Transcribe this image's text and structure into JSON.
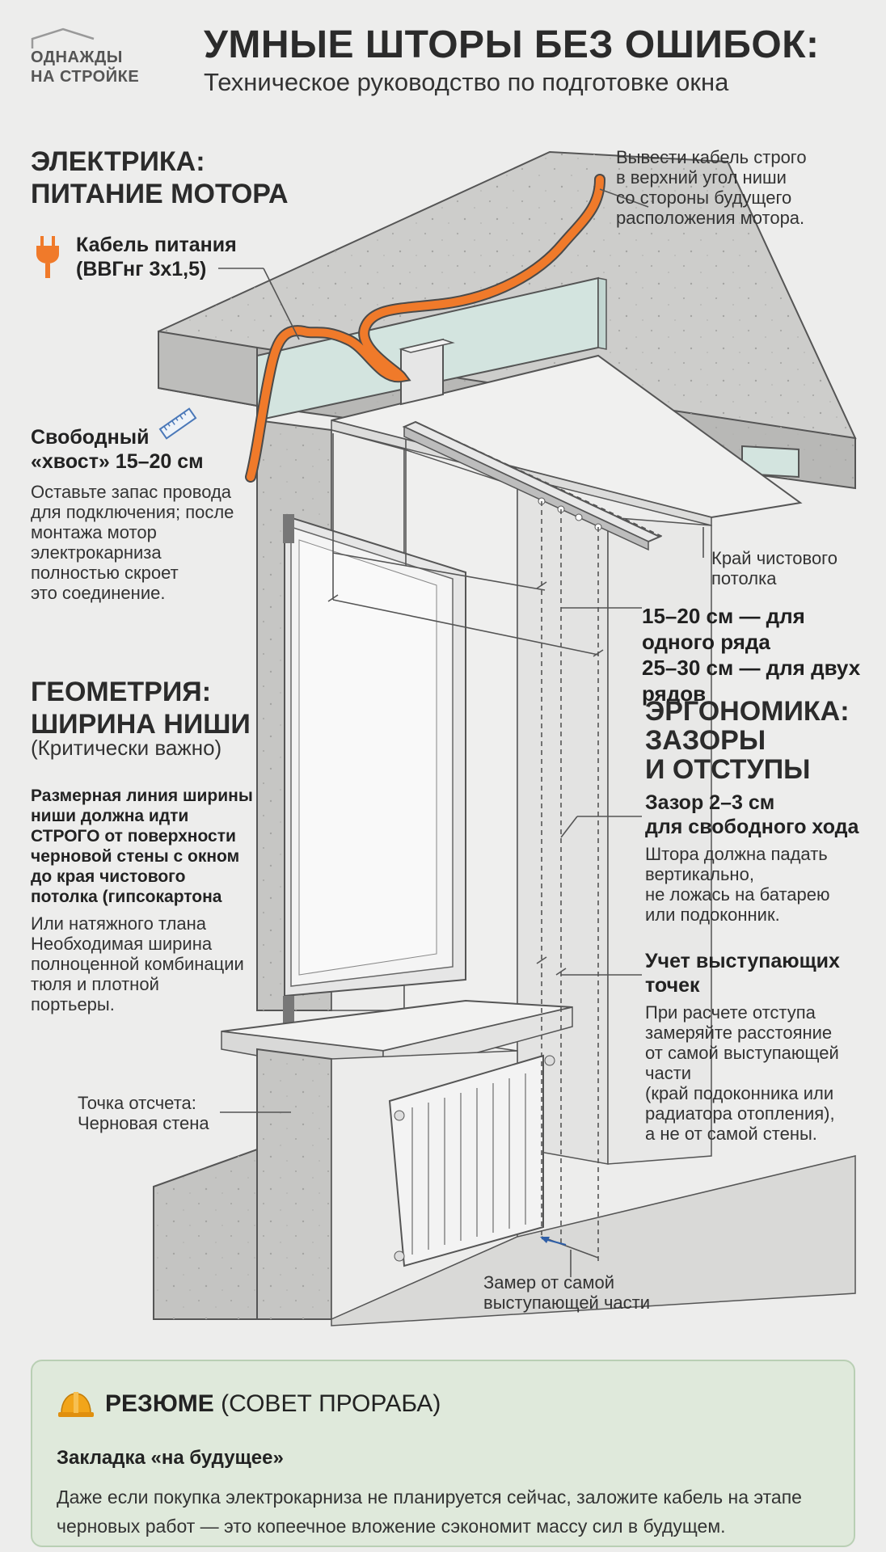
{
  "brand": {
    "line1": "ОДНАЖДЫ",
    "line2": "НА СТРОЙКЕ"
  },
  "header": {
    "title": "УМНЫЕ ШТОРЫ БЕЗ ОШИБОК:",
    "subtitle": "Техническое руководство по подготовке окна"
  },
  "electrics": {
    "heading1": "ЭЛЕКТРИКА:",
    "heading2": "ПИТАНИЕ МОТОРА",
    "cable1": "Кабель питания",
    "cable2": "(ВВГнг 3х1,5)",
    "cable_top": [
      "Вывести кабель строго",
      "в верхний угол ниши",
      "со стороны будущего",
      "расположения мотора."
    ]
  },
  "tail": {
    "title1": "Свободный",
    "title2": "«хвост» 15–20 см",
    "text": [
      "Оставьте запас провода",
      "для подключения; после",
      "монтажа мотор",
      "электрокарниза",
      "полностью скроет",
      "это соединение."
    ]
  },
  "ceiling_edge": [
    "Край чистового",
    "потолка"
  ],
  "depth": [
    "15–20 см — для",
    "одного ряда",
    "25–30 см — для двух",
    "рядов"
  ],
  "geometry": {
    "heading1": "ГЕОМЕТРИЯ:",
    "heading2": "ШИРИНА НИШИ",
    "note": "(Критически важно)",
    "bold_text": [
      "Размерная линия ширины",
      "ниши должна идти",
      "СТРОГО от поверхности",
      "черновой стены с окном",
      "до края чистового",
      "потолка (гипсокартона"
    ],
    "text": [
      "Или натяжного тлана",
      "Необходимая ширина",
      "полноценной комбинации",
      "тюля и плотной",
      "портьеры."
    ]
  },
  "ergonomics": {
    "heading": [
      "ЭРГОНОМИКА:",
      "ЗАЗОРЫ",
      "И ОТСТУПЫ"
    ],
    "gap_title": [
      "Зазор 2–3 см",
      "для свободного хода"
    ],
    "gap_text": [
      "Штора должна падать",
      "вертикально,",
      "не ложась на батарею",
      "или подоконник."
    ],
    "points_title": [
      "Учет выступающих",
      "точек"
    ],
    "points_text": [
      "При расчете отступа",
      "замеряйте расстояние",
      "от самой выступающей",
      "части",
      "(край подоконника или",
      "радиатора отопления),",
      "а не от самой стены."
    ]
  },
  "reference_point": [
    "Точка отсчета:",
    "Черновая стена"
  ],
  "measure": [
    "Замер от самой",
    "выступающей части"
  ],
  "summary": {
    "title_bold": "РЕЗЮМЕ",
    "title_rest": " (СОВЕТ ПРОРАБА)",
    "subtitle": "Закладка «на будущее»",
    "text": "Даже если покупка электрокарниза не планируется сейчас, заложите кабель на этапе черновых работ — это копеечное вложение сэкономит массу сил в будущем."
  },
  "colors": {
    "cable": "#f07a2a",
    "concrete": "#c9c9c7",
    "drywall": "#cfe0dc",
    "summary_bg": "#dfe9db",
    "guide": "#555555"
  },
  "icons": {
    "logo": "house-outline-icon",
    "plug": "power-plug-icon",
    "ruler": "ruler-icon",
    "helmet": "hard-hat-icon"
  }
}
